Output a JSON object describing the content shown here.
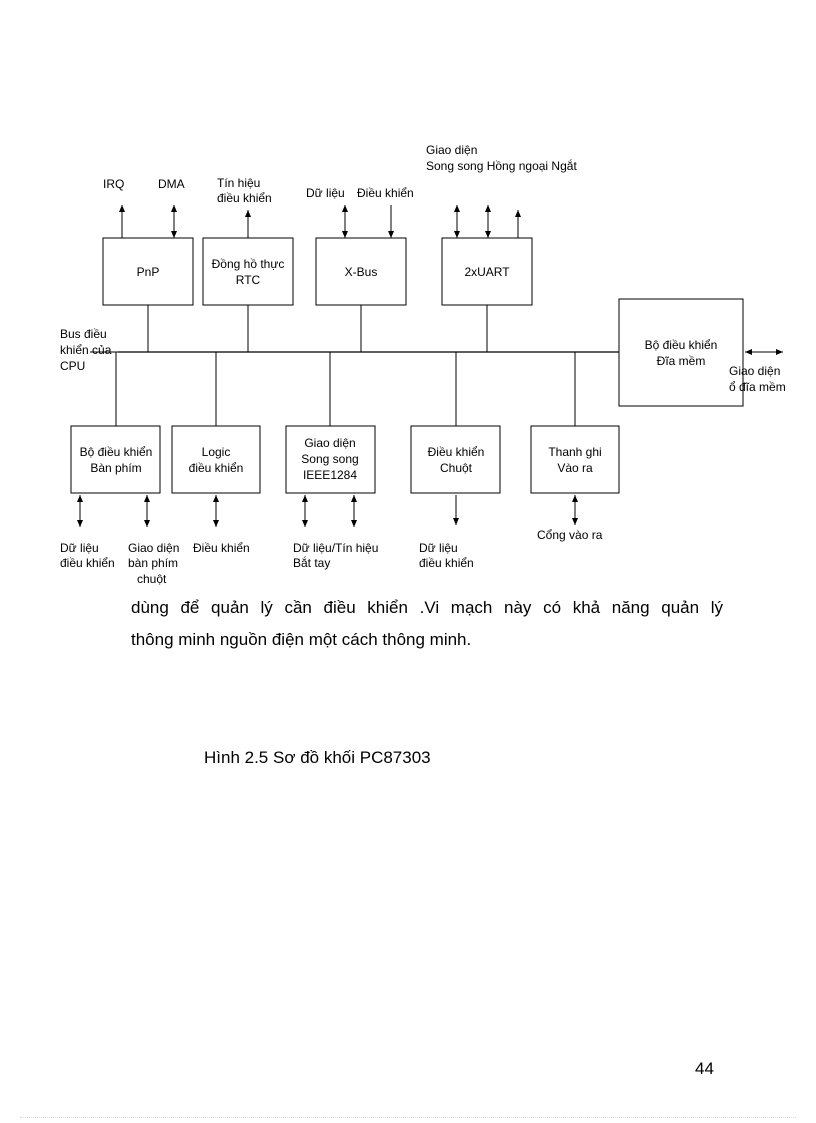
{
  "diagram": {
    "blocks": {
      "pnp": [
        "PnP"
      ],
      "rtc": [
        "Đồng hồ thực",
        "RTC"
      ],
      "xbus": [
        "X-Bus"
      ],
      "uart": [
        "2xUART"
      ],
      "floppy": [
        "Bộ điều khiển",
        "Đĩa mềm"
      ],
      "keyboard": [
        "Bộ điều khiển",
        "Bàn phím"
      ],
      "logic": [
        "Logic",
        "điều khiển"
      ],
      "parallel": [
        "Giao diện",
        "Song song",
        "IEEE1284"
      ],
      "mouse": [
        "Điều khiển",
        "Chuột"
      ],
      "io_reg": [
        "Thanh ghi",
        "Vào ra"
      ]
    },
    "labels": {
      "irq": "IRQ",
      "dma": "DMA",
      "signal": [
        "Tín hiệu",
        "điều khiển"
      ],
      "data": "Dữ liệu",
      "control": "Điều khiển",
      "uart_top_1": "Giao diện",
      "uart_top_2": "Song song  Hồng ngoại Ngắt",
      "cpu_bus": [
        "Bus điều",
        "khiển của",
        "CPU"
      ],
      "floppy_if": [
        "Giao diện",
        "ổ đĩa mềm"
      ],
      "kb_data": [
        "Dữ liệu",
        "điều khiển"
      ],
      "kb_if": [
        "Giao diện",
        "bàn phím",
        "chuột"
      ],
      "logic_ctrl": "Điều khiển",
      "par_handshake": [
        "Dữ liệu/Tín hiệu",
        "Bắt tay"
      ],
      "mouse_data": [
        "Dữ liệu",
        "điều khiển"
      ],
      "io_port": "Cổng vào ra"
    }
  },
  "text": {
    "paragraph_line1": "dùng để quản lý cần điều khiển .Vi mạch này có khả năng quản lý",
    "paragraph_line2": "thông minh nguồn điện một cách thông minh.",
    "caption": "Hình 2.5 Sơ đồ khối PC87303",
    "page_number": "44"
  }
}
